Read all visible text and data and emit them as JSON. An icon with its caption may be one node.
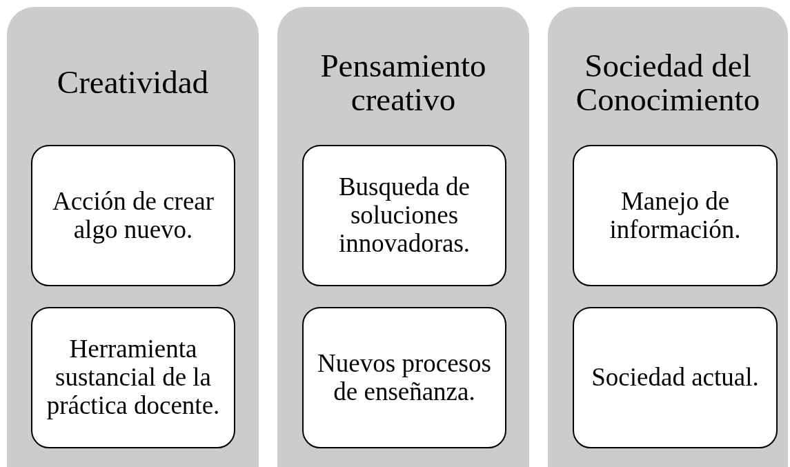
{
  "diagram": {
    "nodes": [
      {
        "text": [
          "Creatividad"
        ]
      },
      {
        "text": [
          "Acción de crear algo nuevo."
        ],
        "in": 0
      },
      {
        "text": [
          "Herramienta sustancial de la práctica docente."
        ],
        "in": 0
      },
      {
        "text": [
          "Pensamiento creativo"
        ]
      },
      {
        "text": [
          "Busqueda de soluciones innovadoras."
        ],
        "in": 3
      },
      {
        "text": [
          "Nuevos procesos de enseñanza."
        ],
        "in": 3
      },
      {
        "text": [
          "Sociedad del Conocimiento"
        ]
      },
      {
        "text": [
          "Manejo de información."
        ],
        "in": 6
      },
      {
        "text": [
          "Sociedad actual."
        ],
        "in": 6
      }
    ],
    "edges": []
  }
}
